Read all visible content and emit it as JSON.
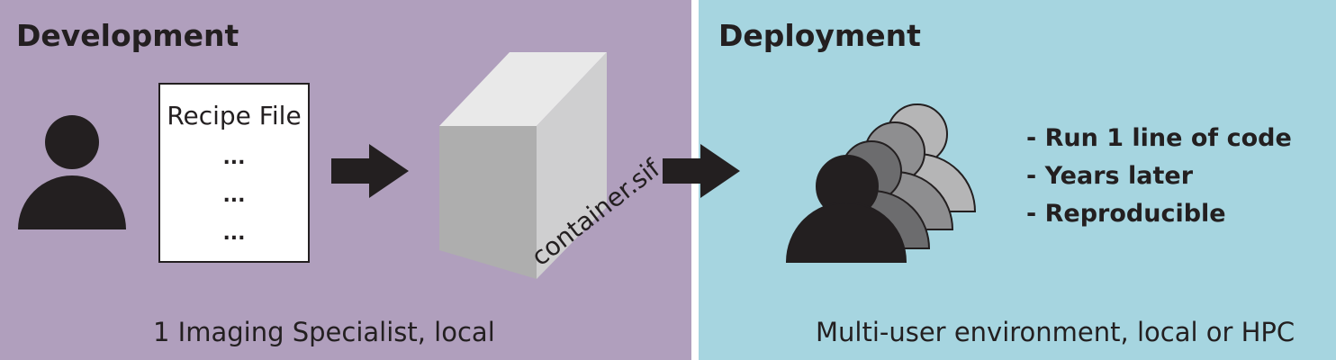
{
  "development": {
    "heading": "Development",
    "caption": "1 Imaging Specialist, local",
    "recipe": {
      "title": "Recipe File",
      "lines": [
        "...",
        "...",
        "..."
      ]
    },
    "container_label": "container.sif"
  },
  "deployment": {
    "heading": "Deployment",
    "caption": "Multi-user environment, local or HPC",
    "bullets": [
      "- Run 1 line of code",
      "- Years later",
      "- Reproducible"
    ]
  },
  "colors": {
    "development_bg": "#b09fbd",
    "deployment_bg": "#a6d5e0",
    "ink": "#231f20"
  },
  "icons": [
    "person-icon",
    "document-icon",
    "arrow-right-icon",
    "container-box-icon",
    "user-group-icon"
  ]
}
